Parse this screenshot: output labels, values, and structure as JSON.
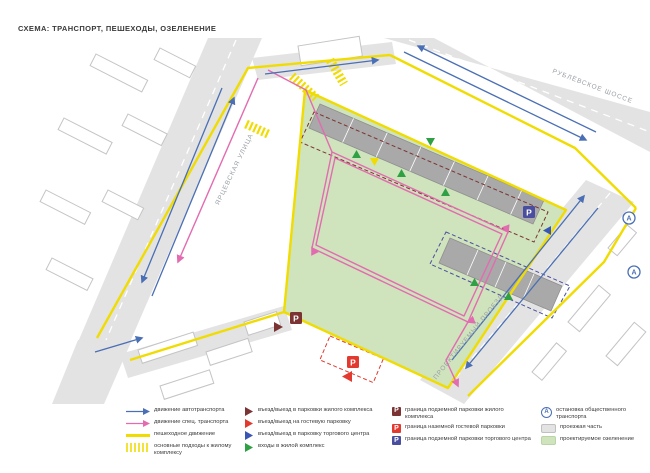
{
  "title": "СХЕМА: ТРАНСПОРТ, ПЕШЕХОДЫ, ОЗЕЛЕНЕНИЕ",
  "map": {
    "streets": [
      {
        "name": "ЯРЦЕВСКАЯ УЛИЦА"
      },
      {
        "name": "РУБЛЁВСКОЕ ШОССЕ"
      },
      {
        "name": "ПРОЕКТИРУЕМЫЙ ПРОЕЗД"
      }
    ],
    "symbols": {
      "parking": "P",
      "bus_stop": "А"
    }
  },
  "legend": {
    "traffic": [
      {
        "label": "движение автотранспорта"
      },
      {
        "label": "движение спец. транспорта"
      },
      {
        "label": "пешеходное движение"
      },
      {
        "label": "основные подходы к жилому комплексу"
      }
    ],
    "entries": [
      {
        "label": "въезд/выезд в парковки жилого комплекса"
      },
      {
        "label": "въезд/выезд на гостевую парковку"
      },
      {
        "label": "въезд/выезд в парковку торгового центра"
      },
      {
        "label": "входы в жилой комплекс"
      }
    ],
    "boundaries": [
      {
        "label": "граница подземной парковки жилого комплекса"
      },
      {
        "label": "граница наземной гостевой парковки"
      },
      {
        "label": "граница подземной парковки торгового центра"
      }
    ],
    "areas": [
      {
        "label": "остановка общественного транспорта"
      },
      {
        "label": "проезжая часть"
      },
      {
        "label": "проектируемое озеленение"
      }
    ]
  },
  "colors": {
    "auto_traffic": "#4a6fb5",
    "special_transport": "#e36bb0",
    "pedestrian": "#f0dc00",
    "residential_parking": "#7b3433",
    "guest_parking": "#e23a2e",
    "mall_parking": "#4a4e9e",
    "mall_entry": "#3a56b4",
    "entrances": "#2fa043",
    "roadway": "#e3e3e3",
    "greenery": "#cfe3bd"
  }
}
